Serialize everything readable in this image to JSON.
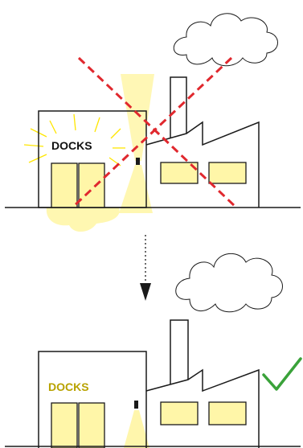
{
  "panels": [
    {
      "id": "before",
      "sign_label": "DOCKS",
      "sign_color": "#111111",
      "verdict_icon": "red-dashed-x-icon",
      "verdict_color": "#e0282e"
    },
    {
      "id": "after",
      "sign_label": "DOCKS",
      "sign_color": "#b8a200",
      "verdict_icon": "green-checkmark-icon",
      "verdict_color": "#3aa23a"
    }
  ],
  "transition_icon": "dotted-down-arrow-icon",
  "colors": {
    "outline": "#1a1a1a",
    "window_fill": "#fff6a8",
    "glow_fill": "#fff6a8",
    "glow_rays": "#ffe600",
    "smoke_fill": "#ffffff"
  }
}
